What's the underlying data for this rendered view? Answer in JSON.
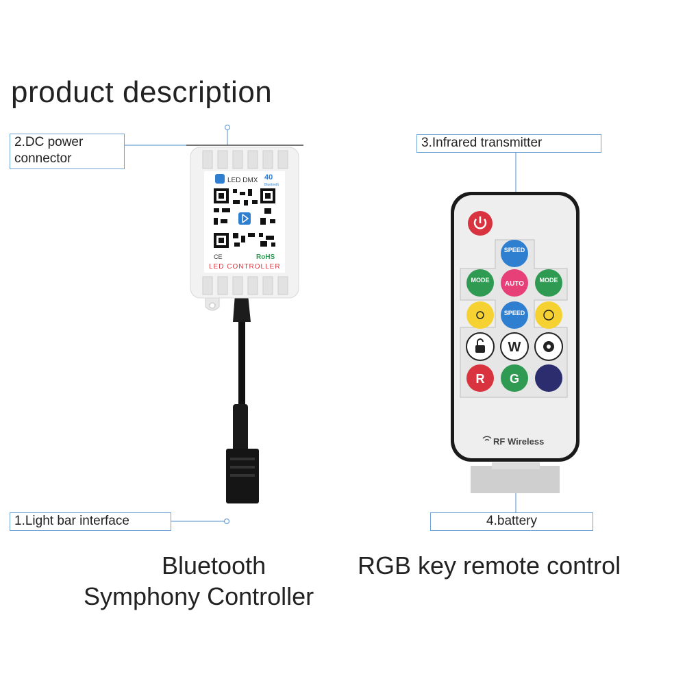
{
  "title": "product description",
  "callouts": {
    "dc_power": "2.DC power\nconnector",
    "infrared": "3.Infrared transmitter",
    "light_bar": "1.Light bar interface",
    "battery": "4.battery"
  },
  "captions": {
    "controller_line1": "Bluetooth",
    "controller_line2": "Symphony Controller",
    "remote": "RGB key remote control"
  },
  "controller_label": {
    "top": "LED DMX",
    "version": "40",
    "sub": "Bluetooth",
    "bottom": "LED CONTROLLER",
    "rohs": "RoHS",
    "ce": "CE"
  },
  "remote_buttons": {
    "speed_up": "SPEED",
    "mode_minus": "MODE",
    "auto": "AUTO",
    "mode_plus": "MODE",
    "speed_down": "SPEED",
    "white": "W",
    "red": "R",
    "green": "G",
    "rf": "RF Wireless"
  },
  "colors": {
    "callout_border": "#6fa3d6",
    "remote_body": "#eeeeee",
    "btn_red": "#d9333f",
    "btn_blue": "#2f7fd0",
    "btn_green": "#2f9a52",
    "btn_pink": "#e73f78",
    "btn_yellow": "#f5d232",
    "btn_navy": "#2b2d6e"
  }
}
